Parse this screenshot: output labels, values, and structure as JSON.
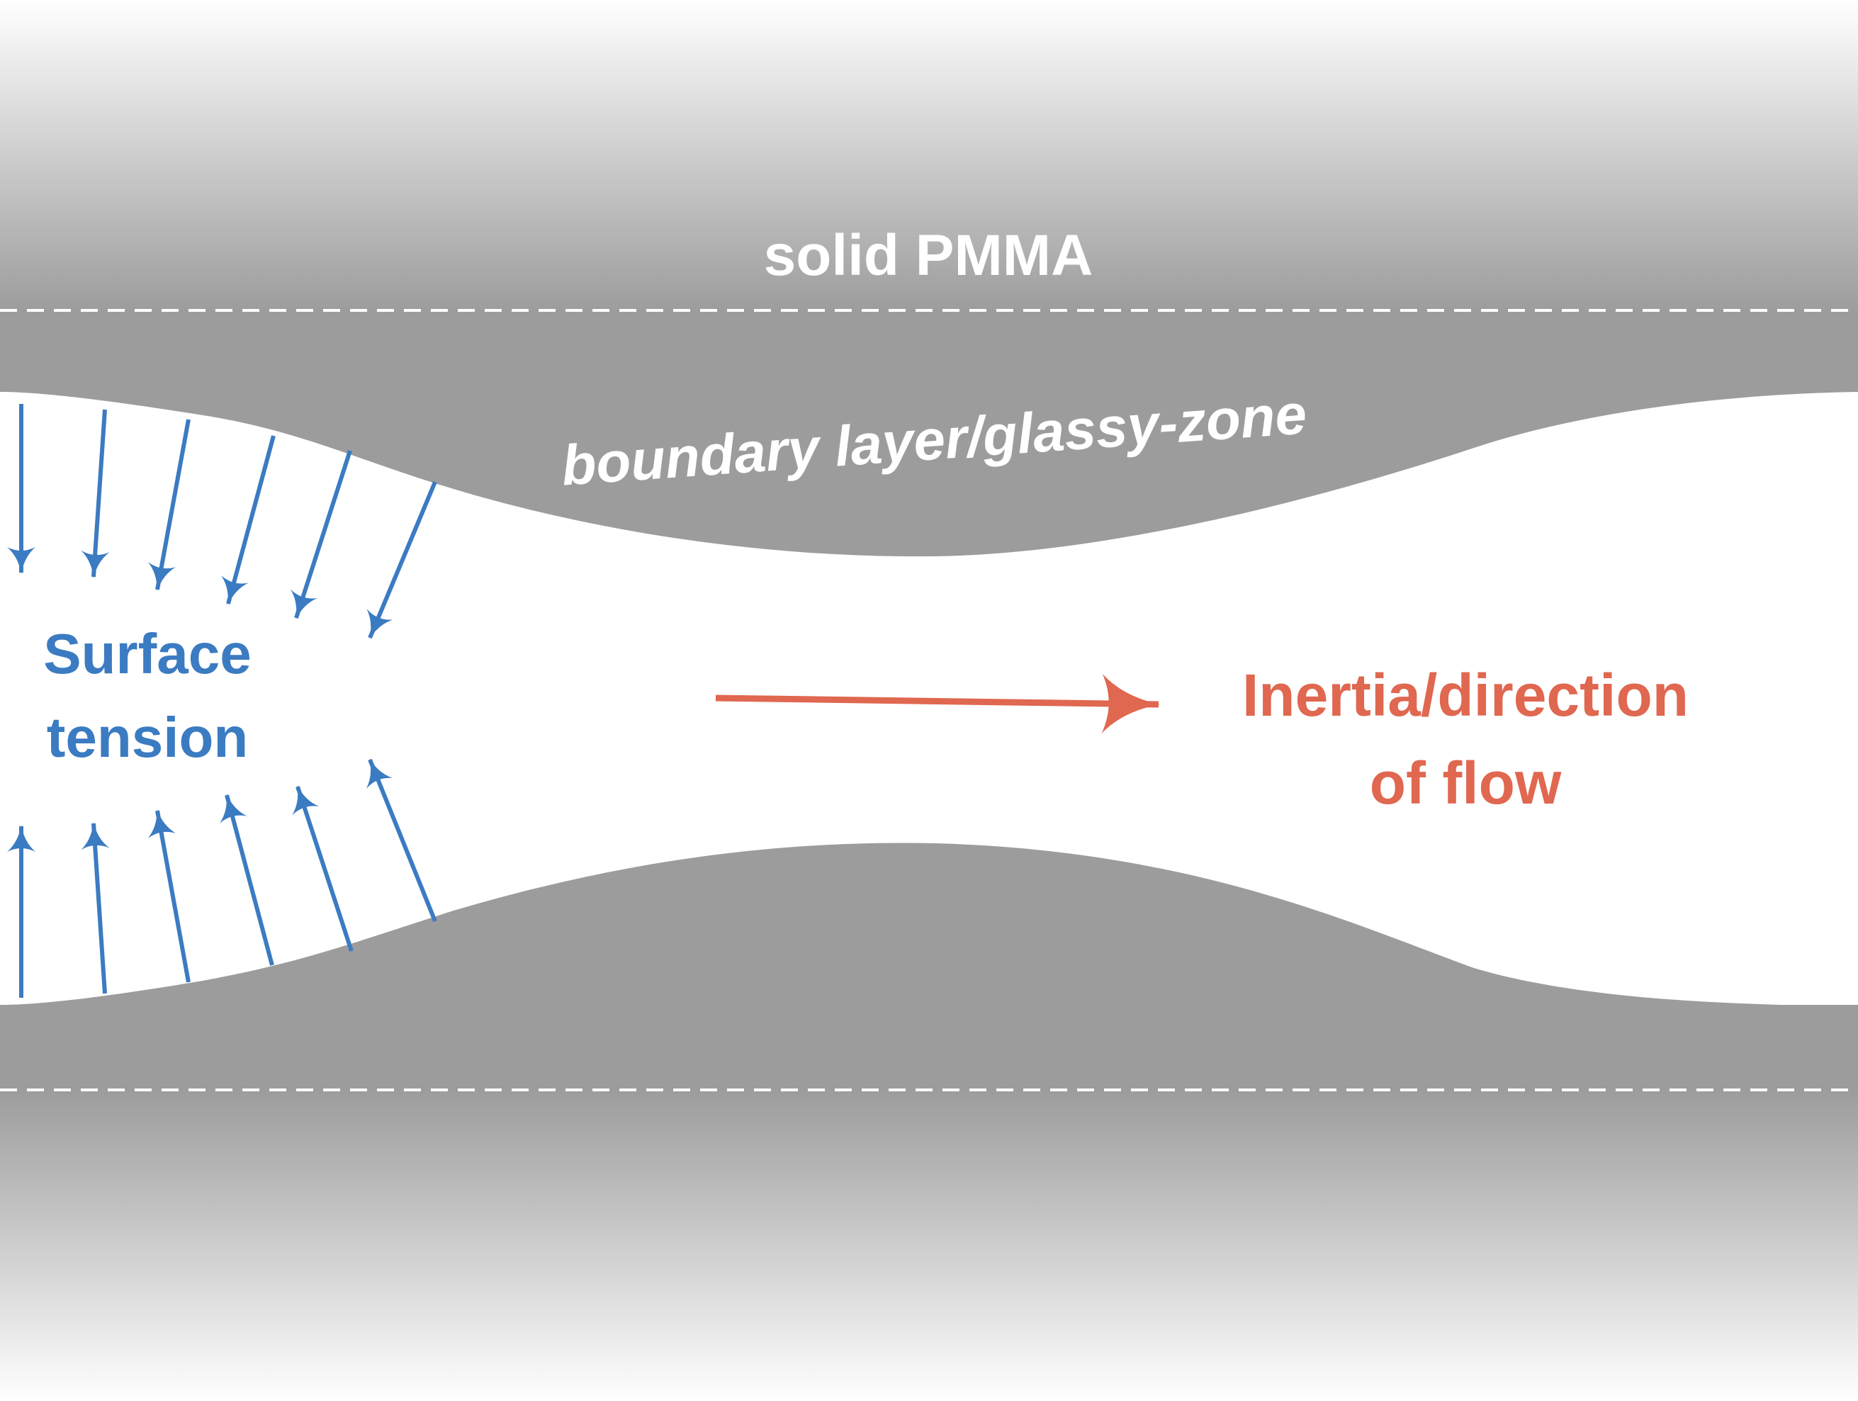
{
  "labels": {
    "solid": "solid PMMA",
    "boundary": "boundary layer/glassy-zone",
    "surface_line1": "Surface",
    "surface_line2": "tension",
    "inertia_line1": "Inertia/direction",
    "inertia_line2": "of flow"
  },
  "colors": {
    "solid_gray": "#9d9c9c",
    "boundary_gray": "#9d9c9c",
    "gradient_light": "#ffffff",
    "surface_blue": "#3b7bc2",
    "inertia_red": "#e06750",
    "label_white": "#ffffff",
    "dash_white": "#ffffff"
  }
}
